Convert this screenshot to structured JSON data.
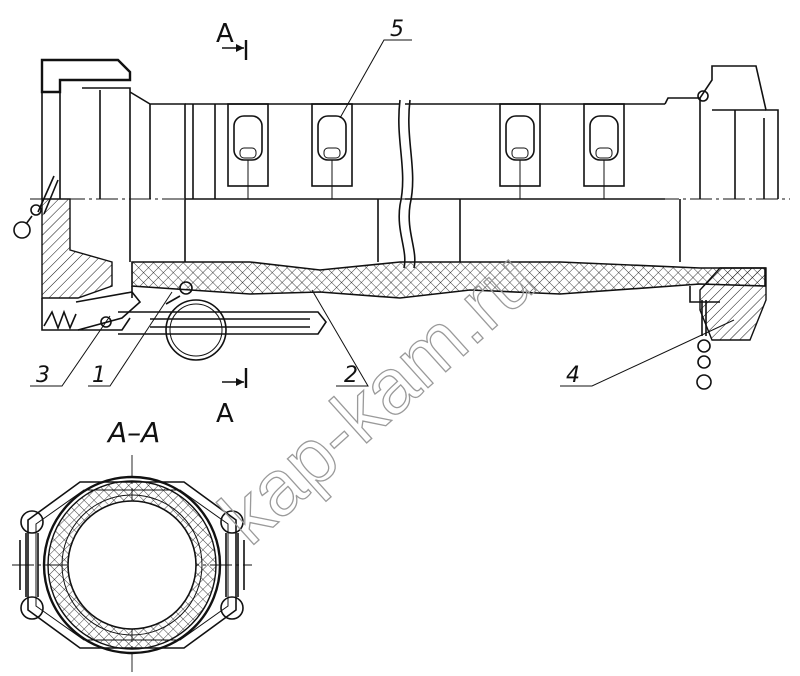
{
  "section_marks": {
    "top_letter": "A",
    "bottom_letter": "A",
    "view_title": "A–A"
  },
  "callouts": [
    {
      "id": "1",
      "text": "1"
    },
    {
      "id": "2",
      "text": "2"
    },
    {
      "id": "3",
      "text": "3"
    },
    {
      "id": "4",
      "text": "4"
    },
    {
      "id": "5",
      "text": "5"
    }
  ],
  "watermark": "kap-kam.ru",
  "colors": {
    "line": "#111111",
    "background": "#ffffff",
    "watermark": "#9a9a9a"
  }
}
